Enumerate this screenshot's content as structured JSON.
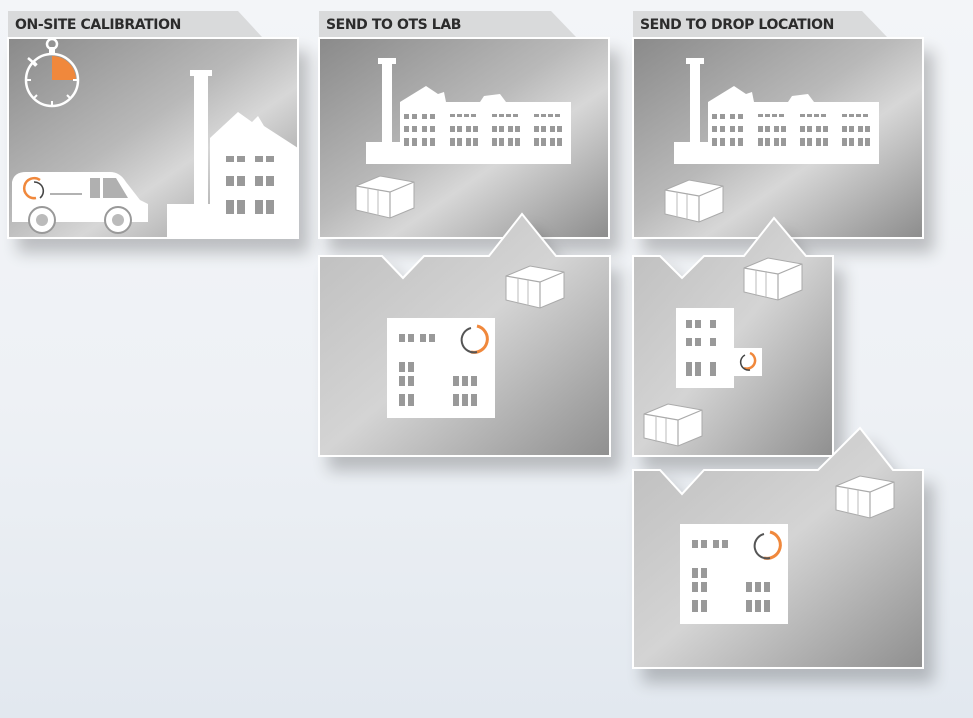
{
  "sections": [
    {
      "label": "ON-SITE CALIBRATION"
    },
    {
      "label": "SEND TO OTS LAB"
    },
    {
      "label": "SEND TO DROP LOCATION"
    }
  ],
  "colors": {
    "accent_orange": "#f0883c",
    "panel_dark": "#8c8c8c",
    "panel_light": "#d6d6d6",
    "tab_bg": "#d9dadb",
    "icon_white": "#ffffff"
  }
}
